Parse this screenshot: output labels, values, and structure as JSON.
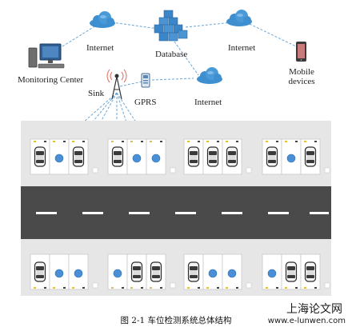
{
  "labels": {
    "internet_left": "Internet",
    "database": "Database",
    "internet_right": "Internet",
    "mobile_devices": "Mobile devices",
    "monitoring_center": "Monitoring Center",
    "sink": "Sink",
    "gprs": "GPRS",
    "internet_mid": "Internet"
  },
  "caption": "图  2-1    车位检测系统总体结构",
  "watermark": {
    "cn": "上海论文网",
    "url": "www.e-lunwen.com"
  },
  "colors": {
    "cloud": "#3e8fcf",
    "database": "#3b86c8",
    "lot_bg": "#e8e8e8",
    "road": "#4a4a4a",
    "sensor": "#4a8fd6",
    "link": "#6aa6d6"
  },
  "icons": {
    "cloud": "cloud-icon",
    "database": "database-server-icon",
    "monitor": "computer-icon",
    "sink": "antenna-tower-icon",
    "gprs": "gprs-module-icon",
    "phone": "mobile-phone-icon",
    "car": "car-top-view-icon",
    "sensor": "sensor-node-icon"
  }
}
